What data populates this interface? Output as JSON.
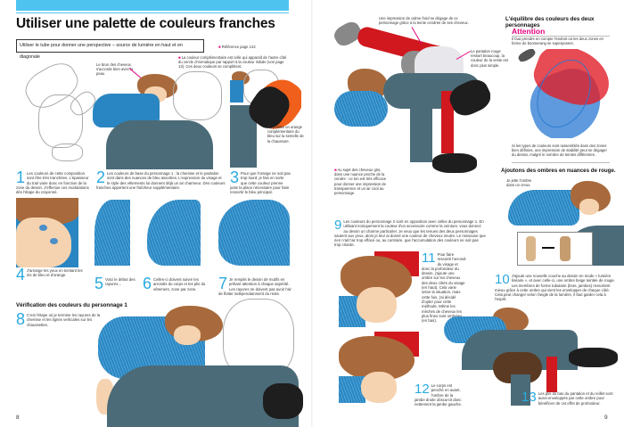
{
  "left_page": {
    "title": "Utiliser une palette de couleurs franches",
    "subtitle": "Utiliser le tube pour donner une perspective – source de lumière en haut et en diagonale",
    "reference": "Référence page 142",
    "note_hair": "Le brun des cheveux s'accorde bien avec la peau",
    "note_complementary": "La couleur complémentaire est celle qui apparaît de l'autre côté du cercle chromatique par rapport à la couleur initiale (voir page 13). Ces deux couleurs se complètent.",
    "note_orange": "Ici, j'utilise un orange complémentaire du bleu sur la semelle de la chaussure.",
    "steps": [
      {
        "num": "1",
        "text": "Les couleurs de cette composition sont être très tranchées. L'épaisseur du trait varie donc en fonction de la zone du dessin. J'effectue ces modulations dès l'étape du crayonné."
      },
      {
        "num": "2",
        "text": "Les couleurs de base du personnage 1 : la chemise et le pantalon sont dans des nuances de bleu assorties. L'expression du visage et le style des vêtements lui donnent déjà un air charmeur. Des couleurs franches apportent une fraîcheur supplémentaire."
      },
      {
        "num": "3",
        "text": "Pour que l'orange ne soit pas trop lourd, je fais en sorte que cette couleur prenne juste la place nécessaire pour faire ressortir le bleu principal."
      },
      {
        "num": "4",
        "text": "J'arrange les yeux en teintant les iris de bleu et d'orange."
      },
      {
        "num": "5",
        "text": "Voici le début des rayures..."
      },
      {
        "num": "6",
        "text": "Celles-ci doivent suivre les arrondis du corps et les plis du vêtement, zone par zone."
      },
      {
        "num": "7",
        "text": "Je remplis le dessin de motifs en prêtant attention à chaque aspérité. Les rayures ne doivent pas avoir l'air de flotter indépendamment du reste."
      }
    ],
    "section_check": "Vérification des couleurs du personnage 1",
    "step8": {
      "num": "8",
      "text": "C'est l'étape où je termine les rayures de la chemise et les lignes verticales sur les chaussettes."
    },
    "page_number": "8"
  },
  "right_page": {
    "note_grey_calm": "Une impression de calme froid se dégage de ce personnage grâce à la teinte cendrée de ses cheveux.",
    "note_red_pants": "Le pantalon rouge ressort beaucoup, la couleur de la veste est donc plus simple.",
    "section_balance": "L'équilibre des couleurs des deux personnages",
    "attention_label": "Attention",
    "attention_text": "Il faut prendre en compte l'endroit où les deux zones en forme de boomerang se superposent.",
    "balance_caption": "Si les types de couleurs sont rassemblés dans des zones bien définies, une impression de stabilité peut se dégager du dessin, malgré le nombre de teintes différentes.",
    "note_grey_hair": "Au sujet des cheveux gris, dans une nuance proche de la cendre : ce ton est très efficace pour donner une impression de transparence et un air cool au personnage.",
    "section_red_shadows": "Ajoutons des ombres en nuances de rouge.",
    "note_shadow_hollow": "Je jette l'ombre dans un creux.",
    "steps": [
      {
        "num": "9",
        "text": "Les couleurs du personnage 2 sont en opposition avec celles du personnage 1. En utilisant ironiquement la couleur d'un accessoire comme la ceinture, vous donnez au dessin un charme particulier. Je veux que les tenues des deux personnages sautent aux yeux, alors je leur ai donné une couleur de cheveux neutre. Le mixsouse que rien n'ait l'air trop effacé ou, au contraire, que l'accumulation des couleurs ne soit pas trop criarde."
      },
      {
        "num": "10",
        "text": "J'ajoute une nouvelle couche au dessin en mode « lumière linéaire », et avec celle-ci, une ombre beige teintée de rouge. Les membres de forme tubulaire (bras, jambes) ressortent mieux grâce à cette ombre qui vient les envelopper de chaque côté. Cela peut changer selon l'angle de la lumière, il faut garder cela à l'esprit."
      },
      {
        "num": "11",
        "text": "Pour faire ressortir l'arrondi du visage et donc la profondeur du dessin, j'ajoute une ombre sur les cheveux des deux côtés du visage (en haut). Cela varie selon la situation, mais cette fois, j'ai décidé d'opter pour cette méthode. Même les mèches de cheveux les plus fines sont ombrées (en bas)."
      },
      {
        "num": "12",
        "text": "Le corps est penché en avant, l'ombre de la jambe droite obscurcit donc nettement la jambe gauche."
      },
      {
        "num": "13",
        "text": "Les plis du bas du pantalon et du reillet sont aussi enveloppés par cette ombre pour bénéficier de cet effet de profondeur."
      }
    ],
    "page_number": "9"
  },
  "colors": {
    "accent_blue": "#4fc3f0",
    "step_number_blue": "#29a9e0",
    "highlight_pink": "#e6007e",
    "shirt_blue": "#2a86c2",
    "pants_slate": "#4b6b78",
    "accent_red": "#d0181e",
    "sole_orange": "#f0601c",
    "hair_brown": "#a86a3c"
  }
}
